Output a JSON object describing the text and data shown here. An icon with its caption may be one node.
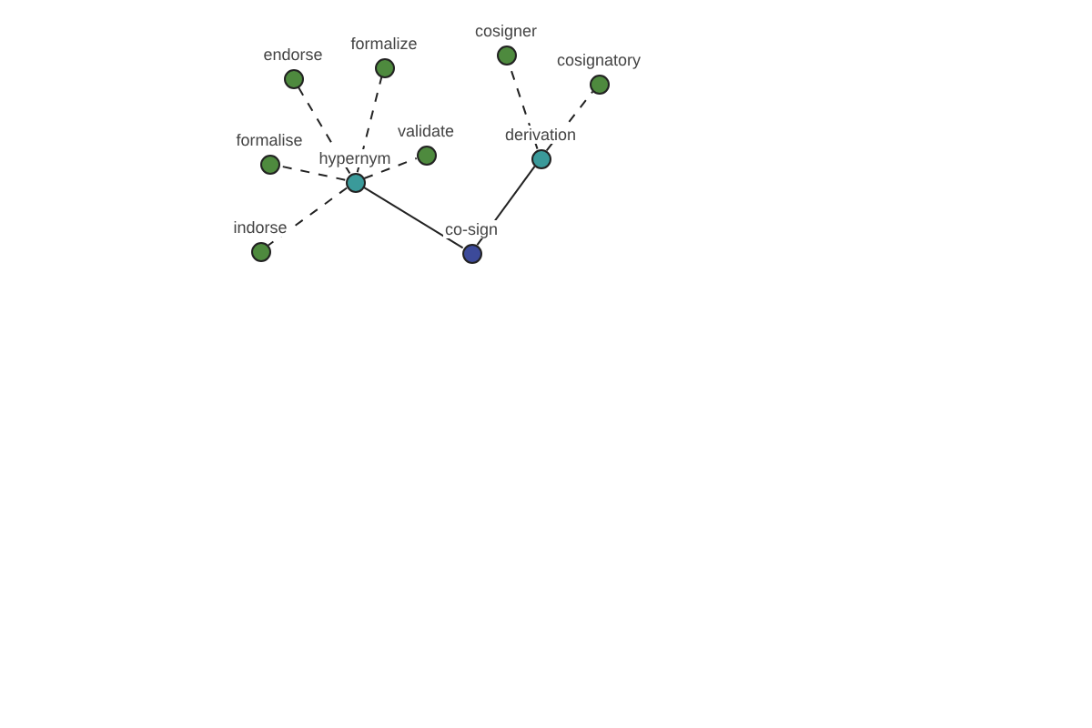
{
  "diagram": {
    "nodes": [
      {
        "text": [
          "co-sign"
        ]
      },
      {
        "text": [
          "hypernym"
        ]
      },
      {
        "text": [
          "derivation"
        ]
      },
      {
        "text": [
          "endorse"
        ]
      },
      {
        "text": [
          "formalize"
        ]
      },
      {
        "text": [
          "formalise"
        ]
      },
      {
        "text": [
          "validate"
        ]
      },
      {
        "text": [
          "indorse"
        ]
      },
      {
        "text": [
          "cosigner"
        ]
      },
      {
        "text": [
          "cosignatory"
        ]
      }
    ],
    "edges": [
      {
        "from": 0,
        "to": 1,
        "arrow": "none"
      },
      {
        "from": 0,
        "to": 2,
        "arrow": "none"
      },
      {
        "from": 1,
        "to": 3,
        "arrow": "none",
        "style": "dashed"
      },
      {
        "from": 1,
        "to": 4,
        "arrow": "none",
        "style": "dashed"
      },
      {
        "from": 1,
        "to": 5,
        "arrow": "none",
        "style": "dashed"
      },
      {
        "from": 1,
        "to": 6,
        "arrow": "none",
        "style": "dashed"
      },
      {
        "from": 1,
        "to": 7,
        "arrow": "none",
        "style": "dashed"
      },
      {
        "from": 2,
        "to": 8,
        "arrow": "none",
        "style": "dashed"
      },
      {
        "from": 2,
        "to": 9,
        "arrow": "none",
        "style": "dashed"
      }
    ]
  }
}
